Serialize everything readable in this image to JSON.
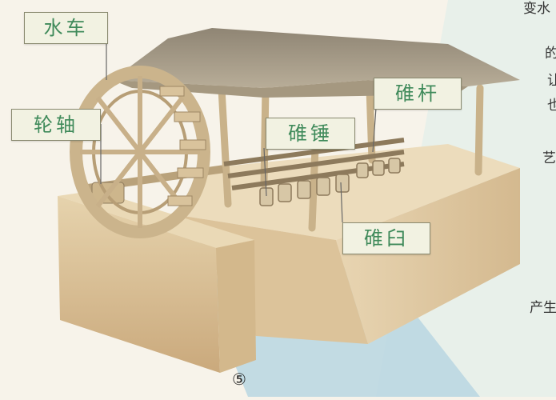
{
  "labels": {
    "water_wheel": "水车",
    "axle": "轮轴",
    "pestle_rod": "碓杆",
    "pestle_hammer": "碓锤",
    "mortar": "碓臼"
  },
  "side_text": [
    "变水",
    "的",
    "让",
    "也",
    "艺",
    "产生"
  ],
  "page_number": "⑤",
  "colors": {
    "label_text": "#3f8a5a",
    "label_bg": "#f2f2e2",
    "panel_bg": "#e8f0ea",
    "stone": "#d9c7a3",
    "water": "#b9d6e2"
  }
}
